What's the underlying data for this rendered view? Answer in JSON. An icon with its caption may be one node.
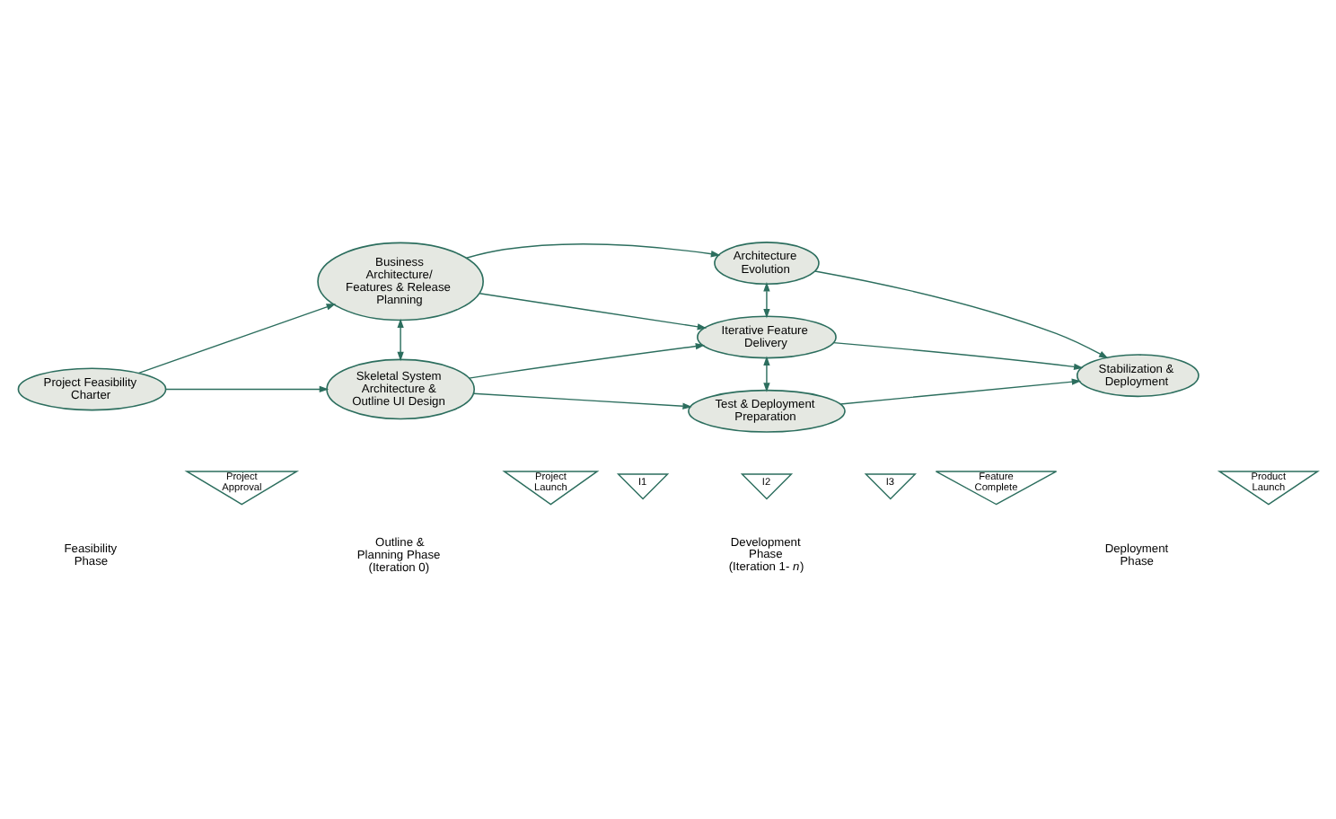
{
  "diagram": {
    "nodes": [
      {
        "text": [
          "Project Feasibility Charter"
        ]
      },
      {
        "text": [
          "Business Architecture/ Features & Release Planning"
        ]
      },
      {
        "text": [
          "Skeletal System Architecture & Outline UI Design"
        ]
      },
      {
        "text": [
          "Architecture Evolution"
        ]
      },
      {
        "text": [
          "Iterative Feature Delivery"
        ]
      },
      {
        "text": [
          "Test & Deployment Preparation"
        ]
      },
      {
        "text": [
          "Stabilization & Deployment"
        ]
      },
      {
        "text": [
          "Project Approval"
        ]
      },
      {
        "text": [
          "Project Launch"
        ]
      },
      {
        "text": [
          "I1"
        ]
      },
      {
        "text": [
          "I2"
        ]
      },
      {
        "text": [
          "I3"
        ]
      },
      {
        "text": [
          "Feature Complete"
        ]
      },
      {
        "text": [
          "Product Launch"
        ]
      }
    ],
    "edges": [
      {
        "from": 0,
        "to": 1,
        "arrow": "to"
      },
      {
        "from": 0,
        "to": 2,
        "arrow": "to"
      },
      {
        "from": 1,
        "to": 2,
        "arrow": "both"
      },
      {
        "from": 1,
        "to": 3,
        "arrow": "to"
      },
      {
        "from": 1,
        "to": 4,
        "arrow": "to"
      },
      {
        "from": 2,
        "to": 4,
        "arrow": "to"
      },
      {
        "from": 2,
        "to": 5,
        "arrow": "to"
      },
      {
        "from": 3,
        "to": 4,
        "arrow": "both"
      },
      {
        "from": 4,
        "to": 5,
        "arrow": "both"
      },
      {
        "from": 3,
        "to": 6,
        "arrow": "to"
      },
      {
        "from": 4,
        "to": 6,
        "arrow": "to"
      },
      {
        "from": 5,
        "to": 6,
        "arrow": "to"
      }
    ],
    "labels": [
      "Feasibility Phase",
      "Outline & Planning Phase (Iteration 0)",
      "Development Phase (Iteration 1-*n*)",
      "Deployment Phase"
    ]
  }
}
